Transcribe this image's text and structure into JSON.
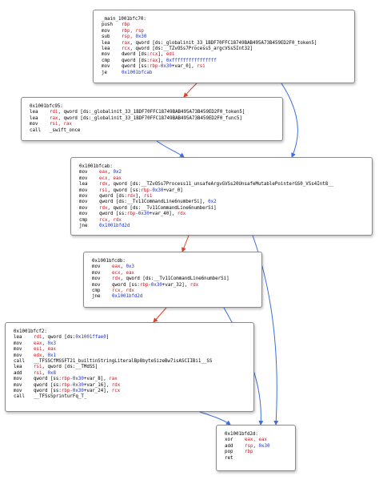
{
  "colors": {
    "register": "#c8141e",
    "immediate": "#1a2ec8",
    "edge_taken": "#e0402a",
    "edge_fallthrough": "#3a6ee0",
    "border": "#8a8a8a"
  },
  "blocks": [
    {
      "label": "_main_1001bfc70:",
      "lines": [
        [
          [
            "mn",
            "push"
          ],
          [
            "rg",
            "rbp"
          ]
        ],
        [
          [
            "mn",
            "mov"
          ],
          [
            "rg",
            "rbp, rsp"
          ]
        ],
        [
          [
            "mn",
            "sub"
          ],
          [
            "rg",
            "rsp, "
          ],
          [
            "im",
            "0x30"
          ]
        ],
        [
          [
            "mn",
            "lea"
          ],
          [
            "rg",
            "rax"
          ],
          [
            "tx",
            ", qword [ds:_globalinit_33_1BDF70FFC18749BAB495A73B459ED2F0_token5]"
          ]
        ],
        [
          [
            "mn",
            "lea"
          ],
          [
            "rg",
            "rcx"
          ],
          [
            "tx",
            ", qword [ds:__TZvOSs7Process5_argcVSs5Int32]"
          ]
        ],
        [
          [
            "mn",
            "mov"
          ],
          [
            "tx",
            "dword [ds:"
          ],
          [
            "rg",
            "rcx"
          ],
          [
            "tx",
            "], "
          ],
          [
            "rg",
            "edi"
          ]
        ],
        [
          [
            "mn",
            "cmp"
          ],
          [
            "tx",
            "qword [ds:"
          ],
          [
            "rg",
            "rax"
          ],
          [
            "tx",
            "], "
          ],
          [
            "im",
            "0xffffffffffffffff"
          ]
        ],
        [
          [
            "mn",
            "mov"
          ],
          [
            "tx",
            "qword [ss:"
          ],
          [
            "rg",
            "rbp"
          ],
          [
            "im",
            "-0x30"
          ],
          [
            "tx",
            "+var_0], "
          ],
          [
            "rg",
            "rsi"
          ]
        ],
        [
          [
            "mn",
            "je"
          ],
          [
            "im",
            "0x1001bfcab"
          ]
        ]
      ]
    },
    {
      "label": "0x1001bfc95:",
      "lines": [
        [
          [
            "mn",
            "lea"
          ],
          [
            "rg",
            "rdi"
          ],
          [
            "tx",
            ", qword [ds:_globalinit_33_1BDF70FFC18749BAB495A73B459ED2F0_token5]"
          ]
        ],
        [
          [
            "mn",
            "lea"
          ],
          [
            "rg",
            "rax"
          ],
          [
            "tx",
            ", qword [ds:_globalinit_33_1BDF70FFC18749BAB495A73B459ED2F0_func5]"
          ]
        ],
        [
          [
            "mn",
            "mov"
          ],
          [
            "rg",
            "rsi, rax"
          ]
        ],
        [
          [
            "mn",
            "call"
          ],
          [
            "tx",
            "_swift_once"
          ]
        ]
      ]
    },
    {
      "label": "0x1001bfcab:",
      "lines": [
        [
          [
            "mn",
            "mov"
          ],
          [
            "rg",
            "eax"
          ],
          [
            "tx",
            ", "
          ],
          [
            "im",
            "0x2"
          ]
        ],
        [
          [
            "mn",
            "mov"
          ],
          [
            "rg",
            "ecx, eax"
          ]
        ],
        [
          [
            "mn",
            "lea"
          ],
          [
            "rg",
            "rdx"
          ],
          [
            "tx",
            ", qword [ds:__TZvOSs7Process11_unsafeArgvGVSs20UnsafeMutablePointerGS0_VSs4Int8__"
          ]
        ],
        [
          [
            "mn",
            "mov"
          ],
          [
            "rg",
            "rsi"
          ],
          [
            "tx",
            ", qword [ss:"
          ],
          [
            "rg",
            "rbp"
          ],
          [
            "im",
            "-0x30"
          ],
          [
            "tx",
            "+var_0]"
          ]
        ],
        [
          [
            "mn",
            "mov"
          ],
          [
            "tx",
            "qword [ds:"
          ],
          [
            "rg",
            "rdx"
          ],
          [
            "tx",
            "], "
          ],
          [
            "rg",
            "rsi"
          ]
        ],
        [
          [
            "mn",
            "mov"
          ],
          [
            "tx",
            "qword [ds:__Tv11CommandLine6numberSi], "
          ],
          [
            "im",
            "0x2"
          ]
        ],
        [
          [
            "mn",
            "mov"
          ],
          [
            "rg",
            "rdx"
          ],
          [
            "tx",
            ", qword [ds:__Tv11CommandLine6numberSi]"
          ]
        ],
        [
          [
            "mn",
            "mov"
          ],
          [
            "tx",
            "qword [ss:"
          ],
          [
            "rg",
            "rbp"
          ],
          [
            "im",
            "-0x30"
          ],
          [
            "tx",
            "+var_40], "
          ],
          [
            "rg",
            "rdx"
          ]
        ],
        [
          [
            "mn",
            "cmp"
          ],
          [
            "rg",
            "rcx, rdx"
          ]
        ],
        [
          [
            "mn",
            "jne"
          ],
          [
            "im",
            "0x1001bfd2d"
          ]
        ]
      ]
    },
    {
      "label": "0x1001bfcdb:",
      "lines": [
        [
          [
            "mn",
            "mov"
          ],
          [
            "rg",
            "eax"
          ],
          [
            "tx",
            ", "
          ],
          [
            "im",
            "0x3"
          ]
        ],
        [
          [
            "mn",
            "mov"
          ],
          [
            "rg",
            "ecx, eax"
          ]
        ],
        [
          [
            "mn",
            "mov"
          ],
          [
            "rg",
            "rdx"
          ],
          [
            "tx",
            ", qword [ds:__Tv11CommandLine6numberSi]"
          ]
        ],
        [
          [
            "mn",
            "mov"
          ],
          [
            "tx",
            "qword [ss:"
          ],
          [
            "rg",
            "rbp"
          ],
          [
            "im",
            "-0x30"
          ],
          [
            "tx",
            "+var_32], "
          ],
          [
            "rg",
            "rdx"
          ]
        ],
        [
          [
            "mn",
            "cmp"
          ],
          [
            "rg",
            "rcx, rdx"
          ]
        ],
        [
          [
            "mn",
            "jne"
          ],
          [
            "im",
            "0x1001bfd2d"
          ]
        ]
      ]
    },
    {
      "label": "0x1001bfcf2:",
      "lines": [
        [
          [
            "mn",
            "lea"
          ],
          [
            "rg",
            "rdi"
          ],
          [
            "tx",
            ", qword [ds:"
          ],
          [
            "im",
            "0x1001ffae0"
          ],
          [
            "tx",
            "]"
          ]
        ],
        [
          [
            "mn",
            "mov"
          ],
          [
            "rg",
            "eax"
          ],
          [
            "tx",
            ", "
          ],
          [
            "im",
            "0x3"
          ]
        ],
        [
          [
            "mn",
            "mov"
          ],
          [
            "rg",
            "esi, eax"
          ]
        ],
        [
          [
            "mn",
            "mov"
          ],
          [
            "rg",
            "edx"
          ],
          [
            "tx",
            ", "
          ],
          [
            "im",
            "0x1"
          ]
        ],
        [
          [
            "mn",
            "call"
          ],
          [
            "tx",
            "__TFSSCfMSSFT21_builtinStringLiteralBp8byteSizeBw7isASCIIBi1__SS"
          ]
        ],
        [
          [
            "mn",
            "lea"
          ],
          [
            "rg",
            "rsi"
          ],
          [
            "tx",
            ", qword [ds:__TMdSS]"
          ]
        ],
        [
          [
            "mn",
            "add"
          ],
          [
            "rg",
            "rsi"
          ],
          [
            "tx",
            ", "
          ],
          [
            "im",
            "0x8"
          ]
        ],
        [
          [
            "mn",
            "mov"
          ],
          [
            "tx",
            "qword [ss:"
          ],
          [
            "rg",
            "rbp"
          ],
          [
            "im",
            "-0x30"
          ],
          [
            "tx",
            "+var_8], "
          ],
          [
            "rg",
            "rax"
          ]
        ],
        [
          [
            "mn",
            "mov"
          ],
          [
            "tx",
            "qword [ss:"
          ],
          [
            "rg",
            "rbp"
          ],
          [
            "im",
            "-0x30"
          ],
          [
            "tx",
            "+var_16], "
          ],
          [
            "rg",
            "rdx"
          ]
        ],
        [
          [
            "mn",
            "mov"
          ],
          [
            "tx",
            "qword [ss:"
          ],
          [
            "rg",
            "rbp"
          ],
          [
            "im",
            "-0x30"
          ],
          [
            "tx",
            "+var_24], "
          ],
          [
            "rg",
            "rcx"
          ]
        ],
        [
          [
            "mn",
            "call"
          ],
          [
            "tx",
            "__TFSs5printurFq_T_"
          ]
        ]
      ]
    },
    {
      "label": "0x1001bfd2d:",
      "lines": [
        [
          [
            "mn",
            "xor"
          ],
          [
            "rg",
            "eax, eax"
          ]
        ],
        [
          [
            "mn",
            "add"
          ],
          [
            "rg",
            "rsp"
          ],
          [
            "tx",
            ", "
          ],
          [
            "im",
            "0x30"
          ]
        ],
        [
          [
            "mn",
            "pop"
          ],
          [
            "rg",
            "rbp"
          ]
        ],
        [
          [
            "mn",
            "ret"
          ]
        ]
      ]
    }
  ]
}
